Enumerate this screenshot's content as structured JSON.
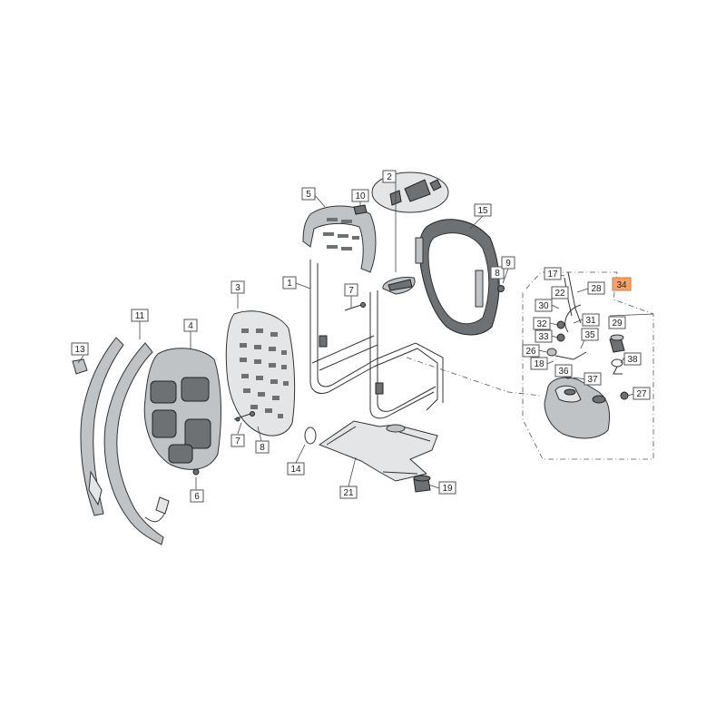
{
  "diagram": {
    "callouts": [
      {
        "id": "c1",
        "label": "1"
      },
      {
        "id": "c2",
        "label": "2"
      },
      {
        "id": "c3",
        "label": "3"
      },
      {
        "id": "c4",
        "label": "4"
      },
      {
        "id": "c5",
        "label": "5"
      },
      {
        "id": "c6",
        "label": "6"
      },
      {
        "id": "c7a",
        "label": "7"
      },
      {
        "id": "c7b",
        "label": "7"
      },
      {
        "id": "c8a",
        "label": "8"
      },
      {
        "id": "c8b",
        "label": "8"
      },
      {
        "id": "c9",
        "label": "9"
      },
      {
        "id": "c10",
        "label": "10"
      },
      {
        "id": "c11",
        "label": "11"
      },
      {
        "id": "c13",
        "label": "13"
      },
      {
        "id": "c14",
        "label": "14"
      },
      {
        "id": "c15",
        "label": "15"
      },
      {
        "id": "c17",
        "label": "17"
      },
      {
        "id": "c18",
        "label": "18"
      },
      {
        "id": "c19",
        "label": "19"
      },
      {
        "id": "c21",
        "label": "21"
      },
      {
        "id": "c22",
        "label": "22"
      },
      {
        "id": "c26",
        "label": "26"
      },
      {
        "id": "c27",
        "label": "27"
      },
      {
        "id": "c28",
        "label": "28"
      },
      {
        "id": "c29",
        "label": "29"
      },
      {
        "id": "c30",
        "label": "30"
      },
      {
        "id": "c31",
        "label": "31"
      },
      {
        "id": "c32",
        "label": "32"
      },
      {
        "id": "c33",
        "label": "33"
      },
      {
        "id": "c34",
        "label": "34"
      },
      {
        "id": "c35",
        "label": "35"
      },
      {
        "id": "c36",
        "label": "36"
      },
      {
        "id": "c37",
        "label": "37"
      },
      {
        "id": "c38",
        "label": "38"
      }
    ],
    "highlight_color": "#f4a46a"
  }
}
